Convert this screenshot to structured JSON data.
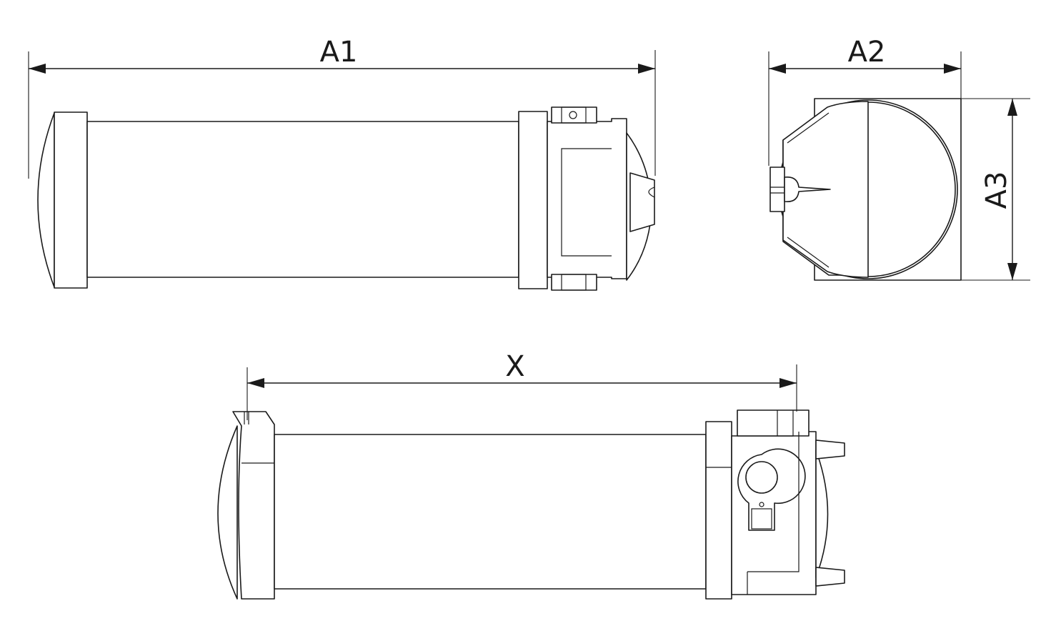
{
  "dimensions": {
    "a1": "A1",
    "a2": "A2",
    "a3": "A3",
    "x": "X"
  },
  "colors": {
    "line": "#1a1a1a",
    "background": "#ffffff"
  }
}
